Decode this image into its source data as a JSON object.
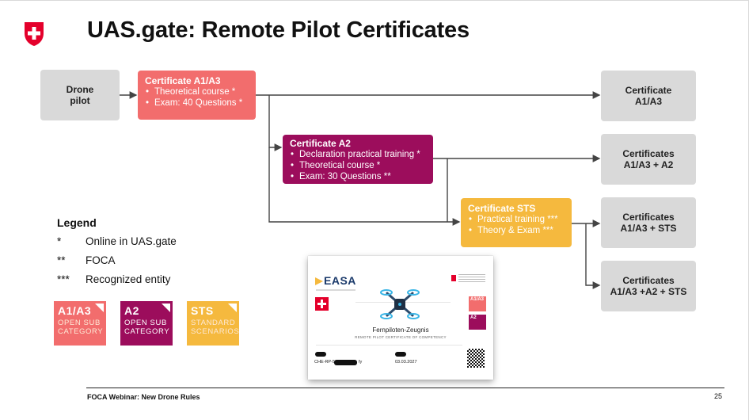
{
  "title": "UAS.gate: Remote Pilot Certificates",
  "start": {
    "line1": "Drone",
    "line2": "pilot"
  },
  "cert_a1a3": {
    "title": "Certificate A1/A3",
    "items": [
      "Theoretical course *",
      "Exam: 40 Questions *"
    ]
  },
  "cert_a2": {
    "title": "Certificate A2",
    "items": [
      "Declaration practical training *",
      "Theoretical course *",
      "Exam: 30 Questions **"
    ]
  },
  "cert_sts": {
    "title": "Certificate STS",
    "items": [
      "Practical training ***",
      "Theory & Exam ***"
    ]
  },
  "outcomes": [
    {
      "line1": "Certificate",
      "line2": "A1/A3"
    },
    {
      "line1": "Certificates",
      "line2": "A1/A3 + A2"
    },
    {
      "line1": "Certificates",
      "line2": "A1/A3 + STS"
    },
    {
      "line1": "Certificates",
      "line2": "A1/A3 +A2 + STS"
    }
  ],
  "legend": {
    "title": "Legend",
    "items": [
      {
        "symbol": "*",
        "text": "Online in UAS.gate"
      },
      {
        "symbol": "**",
        "text": "FOCA"
      },
      {
        "symbol": "***",
        "text": "Recognized entity"
      }
    ]
  },
  "tiles": [
    {
      "big": "A1/A3",
      "line1": "OPEN SUB",
      "line2": "CATEGORY"
    },
    {
      "big": "A2",
      "line1": "OPEN SUB",
      "line2": "CATEGORY"
    },
    {
      "big": "STS",
      "line1": "STANDARD",
      "line2": "SCENARIOS"
    }
  ],
  "certificate_card": {
    "brand": "EASA",
    "heading": "Fernpiloten-Zeugnis",
    "subheading": "REMOTE PILOT CERTIFICATE OF COMPETENCY",
    "mini_tile_1": "A1/A3",
    "mini_tile_2": "A2",
    "number_prefix": "CHE-RP-5",
    "number_suffix": "fy",
    "date": "03.03.2027"
  },
  "footer": "FOCA Webinar: New Drone Rules",
  "page_number": "25",
  "colors": {
    "red": "#f26d6d",
    "purple": "#9c0d5c",
    "yellow": "#f5b93e",
    "grey": "#d9d9d9",
    "swiss_red": "#e4002b"
  }
}
